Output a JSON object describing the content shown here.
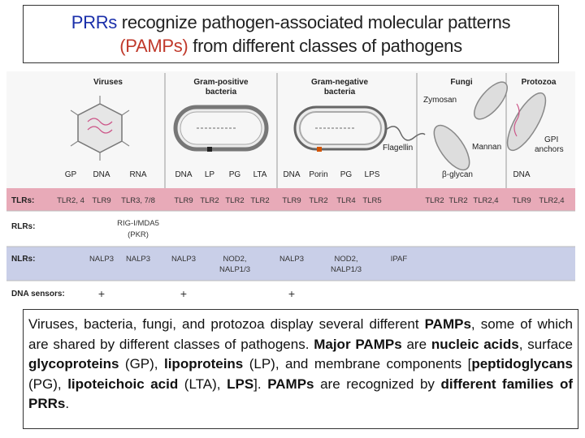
{
  "title": {
    "line1_a": "PRRs",
    "line1_b": " recognize pathogen-associated molecular patterns",
    "line2_a": "(PAMPs)",
    "line2_b": " from different classes of pathogens"
  },
  "figure": {
    "columns": [
      {
        "header": "Viruses"
      },
      {
        "header": "Gram-positive",
        "header2": "bacteria"
      },
      {
        "header": "Gram-negative",
        "header2": "bacteria"
      },
      {
        "header": "Fungi"
      },
      {
        "header": "Protozoa"
      }
    ],
    "annotations": {
      "zymosan": "Zymosan",
      "mannan": "Mannan",
      "flagellin": "Flagellin",
      "gpi1": "GPI",
      "gpi2": "anchors"
    },
    "pamps": [
      "GP",
      "DNA",
      "RNA",
      "DNA",
      "LP",
      "PG",
      "LTA",
      "DNA",
      "Porin",
      "PG",
      "LPS",
      "β-glycan",
      "DNA"
    ],
    "row_labels": [
      "TLRs:",
      "RLRs:",
      "NLRs:",
      "DNA sensors:"
    ],
    "tlrs": [
      "TLR2, 4",
      "TLR9",
      "TLR3, 7/8",
      "TLR9",
      "TLR2",
      "TLR2",
      "TLR2",
      "TLR9",
      "TLR2",
      "TLR4",
      "TLR5",
      "TLR2",
      "TLR2",
      "TLR2,4",
      "TLR9",
      "TLR2,4"
    ],
    "rlrs": {
      "line1": "RIG-I/MDA5",
      "line2": "(PKR)"
    },
    "nlrs": [
      "NALP3",
      "NALP3",
      "NALP3",
      "NOD2,",
      "NALP1/3",
      "NALP3",
      "NOD2,",
      "NALP1/3",
      "IPAF"
    ],
    "dna_sensors": [
      "+",
      "+",
      "+"
    ]
  },
  "caption": {
    "p1": "Viruses, bacteria, fungi, and protozoa display several different ",
    "b1": "PAMPs",
    "p2": ", some of which are shared by different classes of pathogens. ",
    "b2": "Major PAMPs",
    "p3": " are ",
    "b3": "nucleic acids",
    "p4": ", surface ",
    "b4": "glycoproteins",
    "p5": " (GP), ",
    "b5": "lipoproteins",
    "p6": " (LP), and membrane components [",
    "b6": "peptidoglycans",
    "p7": " (PG), ",
    "b7": "lipoteichoic acid",
    "p8": " (LTA), ",
    "b8": "LPS",
    "p9": "]. ",
    "b9": "PAMPs",
    "p10": " are recognized by ",
    "b10": "different families of PRRs",
    "p11": "."
  },
  "colors": {
    "tlr_row": "#e8aab8",
    "nlr_row": "#c9cfe8",
    "rlr_row": "#ffffff",
    "dna_row": "#ffffff",
    "pathogen_fill": "#dcdcdc",
    "cell_wall": "#b0b0b0",
    "title_accent": "#c0392b"
  }
}
